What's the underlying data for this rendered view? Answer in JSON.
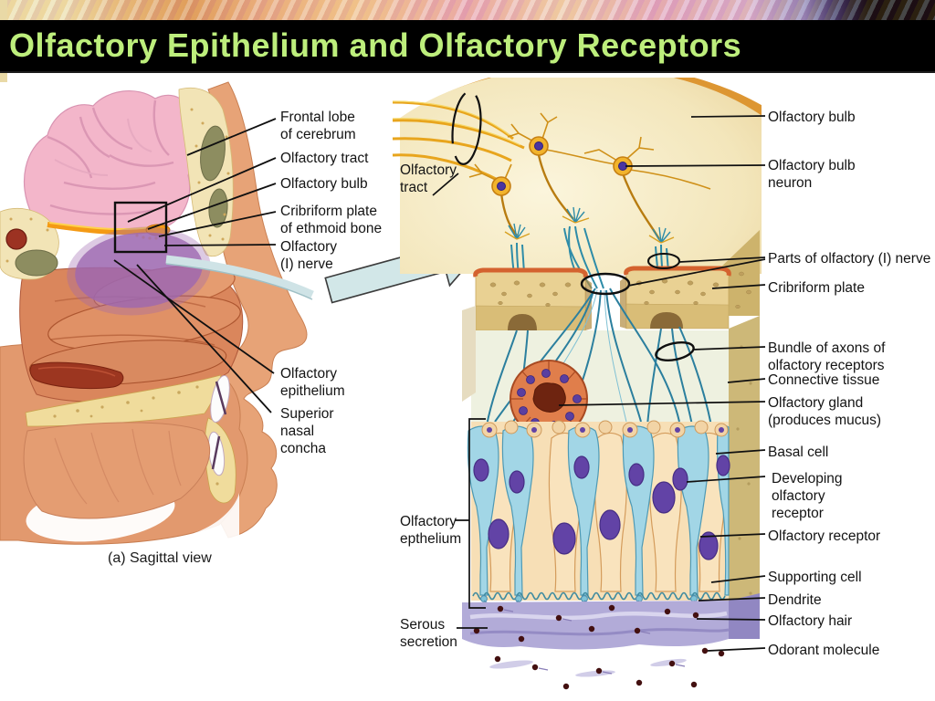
{
  "slide_title": "Olfactory Epithelium and Olfactory Receptors",
  "figure_caption": "(a) Sagittal view",
  "colors": {
    "title_text": "#bdee7c",
    "title_bg": "#000000",
    "banner_cream": "#ecdfae",
    "brain_pink": "#f3b6ca",
    "bone_cream": "#f2e4b6",
    "olfactory_orange": "#f49a15",
    "epithelium_purple": "#9d68b0",
    "axon_teal": "#2e8ca8",
    "neuron_yellow": "#f1b32c",
    "nucleus_purple": "#5c3d9e",
    "mucus_lavender": "#b2abd8",
    "odorant_maroon": "#431010"
  },
  "left_figure": {
    "labels": {
      "frontal_lobe": "Frontal lobe\nof cerebrum",
      "olfactory_tract": "Olfactory tract",
      "olfactory_bulb": "Olfactory bulb",
      "cribriform_plate": "Cribriform plate\nof ethmoid bone",
      "olfactory_nerve": "Olfactory\n(I) nerve",
      "olfactory_epithelium": "Olfactory\nepithelium",
      "superior_nasal_concha": "Superior\nnasal\nconcha"
    }
  },
  "right_figure": {
    "labels": {
      "olfactory_tract": "Olfactory\ntract",
      "olfactory_epthelium": "Olfactory\nepthelium",
      "serous_secretion": "Serous\nsecretion",
      "olfactory_bulb": "Olfactory bulb",
      "olfactory_bulb_neuron": "Olfactory bulb\nneuron",
      "parts_of_olfactory_nerve": "Parts of olfactory (I) nerve",
      "cribriform_plate": "Cribriform plate",
      "bundle_of_axons": "Bundle of axons of\nolfactory receptors",
      "connective_tissue": "Connective tissue",
      "olfactory_gland": "Olfactory gland\n(produces mucus)",
      "basal_cell": "Basal cell",
      "developing_olfactory_receptor": "Developing\nolfactory\nreceptor",
      "olfactory_receptor": "Olfactory receptor",
      "supporting_cell": "Supporting cell",
      "dendrite": "Dendrite",
      "olfactory_hair": "Olfactory hair",
      "odorant_molecule": "Odorant molecule"
    }
  }
}
